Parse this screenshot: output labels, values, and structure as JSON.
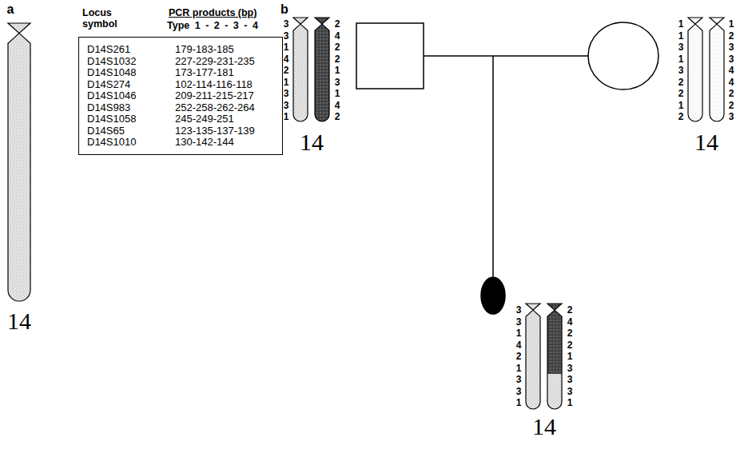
{
  "diagram": {
    "nodes": [
      {
        "text": [
          "Locus symbol",
          "PCR products (bp)",
          "Type 1 - 2 - 3 - 4",
          "D14S261",
          "179-183-185",
          "D14S1032",
          "227-229-231-235",
          "D14S1048",
          "173-177-181",
          "D14S274",
          "102-114-116-118",
          "D14S1046",
          "209-211-215-217",
          "D14S983",
          "252-258-262-264",
          "D14S1058",
          "245-249-251",
          "D14S65",
          "123-135-137-139",
          "D14S1010",
          "130-142-144"
        ]
      }
    ],
    "labels": [
      "a",
      "14",
      "b",
      "3",
      "3",
      "1",
      "4",
      "2",
      "1",
      "3",
      "3",
      "1",
      "2",
      "4",
      "2",
      "2",
      "1",
      "3",
      "1",
      "4",
      "2",
      "14",
      "1",
      "1",
      "3",
      "1",
      "3",
      "2",
      "2",
      "1",
      "2",
      "1",
      "2",
      "3",
      "3",
      "4",
      "4",
      "2",
      "2",
      "3",
      "14",
      "3",
      "3",
      "1",
      "4",
      "2",
      "1",
      "3",
      "3",
      "1",
      "2",
      "4",
      "2",
      "2",
      "1",
      "3",
      "3",
      "3",
      "1",
      "14"
    ]
  }
}
